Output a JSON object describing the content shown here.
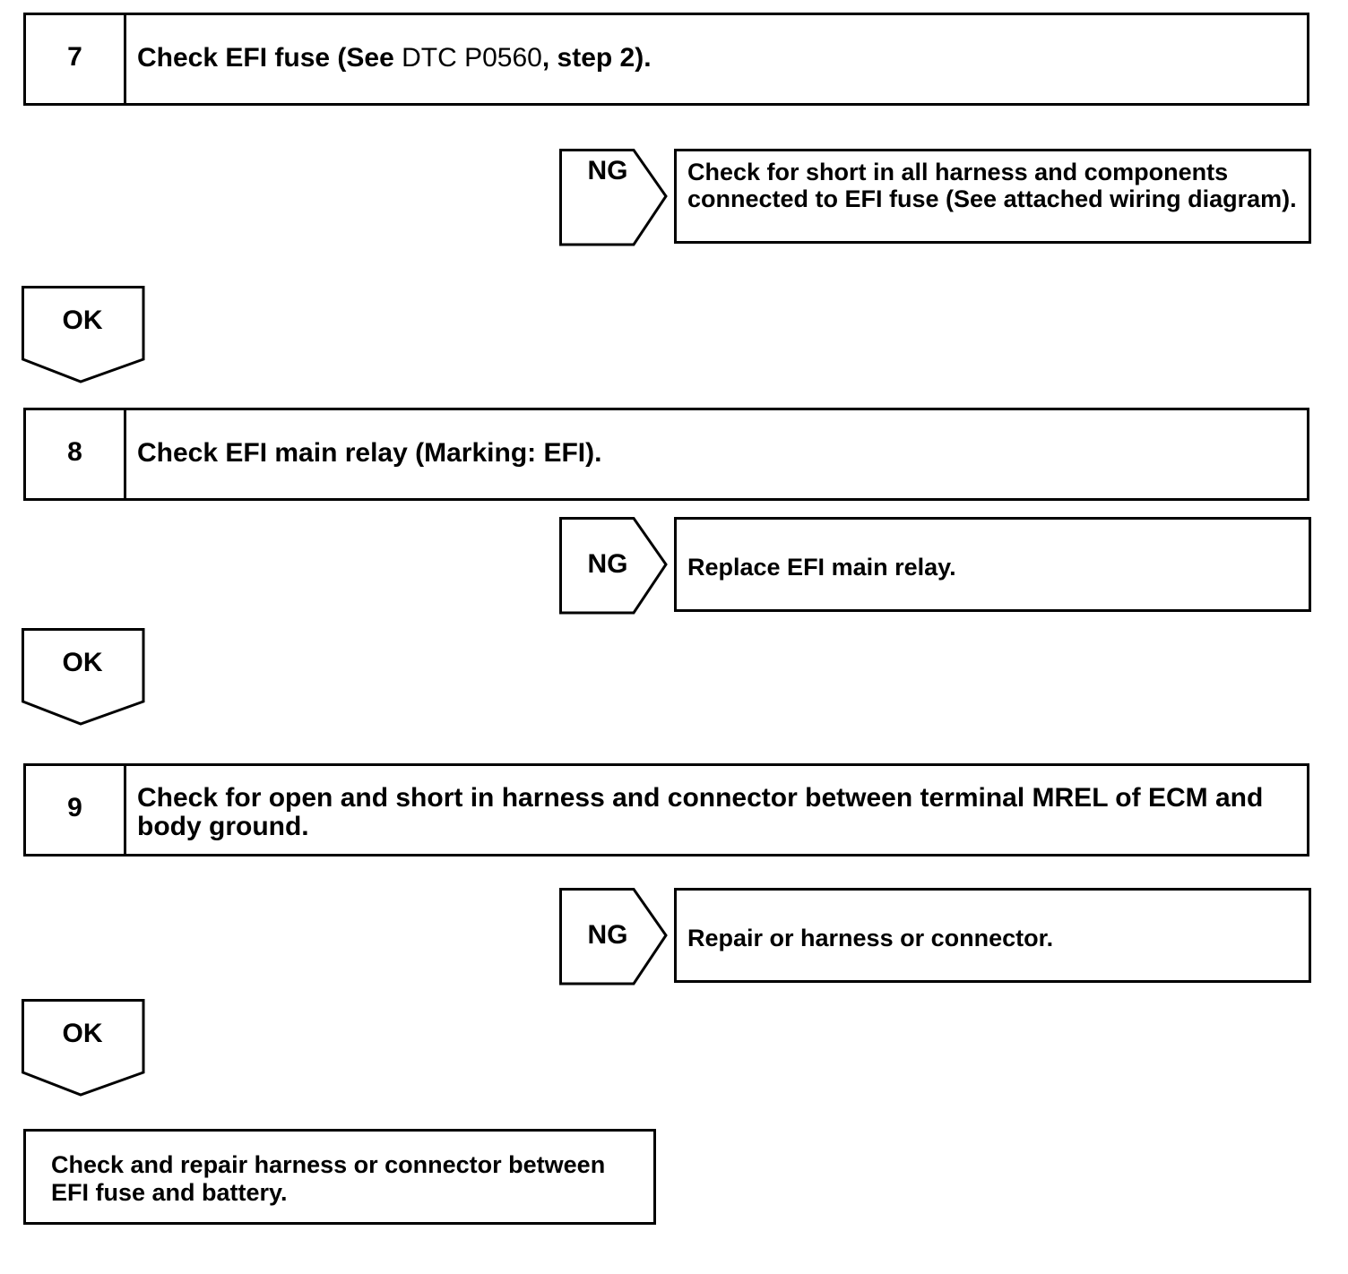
{
  "steps": [
    {
      "number": "7",
      "text_before": "Check EFI fuse (See ",
      "dtc": "DTC P0560",
      "text_after": ", step 2).",
      "ng_label": "NG",
      "ng_action": "Check for short in all harness and components connected to EFI fuse (See attached wiring diagram).",
      "ok_label": "OK"
    },
    {
      "number": "8",
      "text": "Check EFI main relay (Marking: EFI).",
      "ng_label": "NG",
      "ng_action": "Replace EFI main relay.",
      "ok_label": "OK"
    },
    {
      "number": "9",
      "text": "Check for open and short in harness and connector between terminal MREL of ECM and body ground.",
      "ng_label": "NG",
      "ng_action": "Repair or harness or connector.",
      "ok_label": "OK"
    }
  ],
  "final_action": "Check and repair harness or connector between EFI fuse and battery."
}
